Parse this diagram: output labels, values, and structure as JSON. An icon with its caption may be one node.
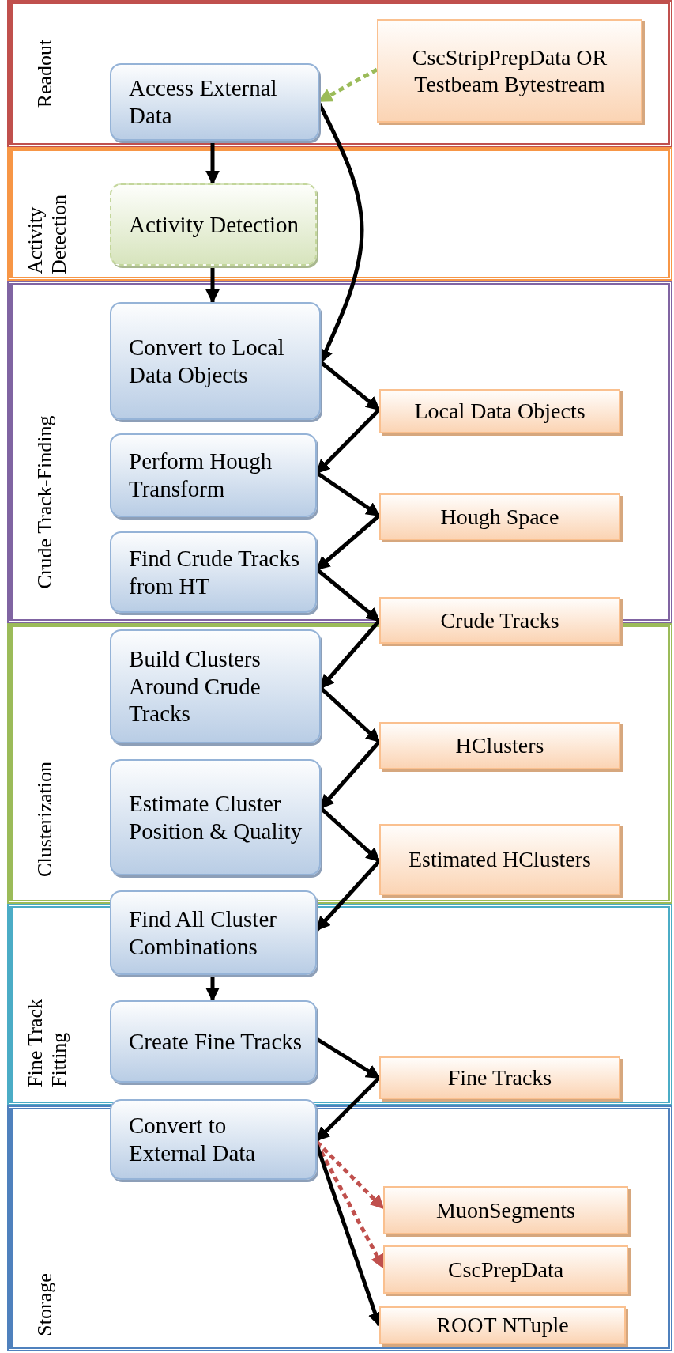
{
  "diagram": {
    "nodes": [
      {
        "text": [
          "Readout"
        ]
      },
      {
        "text": [
          "Access External Data"
        ],
        "in": 0
      },
      {
        "text": [
          "CscStripPrepData OR Testbeam Bytestream"
        ],
        "in": 0
      },
      {
        "text": [
          "Activity Detection"
        ]
      },
      {
        "text": [
          "Activity Detection"
        ],
        "in": 3
      },
      {
        "text": [
          "Crude Track-Finding"
        ]
      },
      {
        "text": [
          "Convert to Local Data Objects"
        ],
        "in": 5
      },
      {
        "text": [
          "Local Data Objects"
        ],
        "in": 5
      },
      {
        "text": [
          "Perform Hough Transform"
        ],
        "in": 5
      },
      {
        "text": [
          "Hough Space"
        ],
        "in": 5
      },
      {
        "text": [
          "Find Crude Tracks from HT"
        ],
        "in": 5
      },
      {
        "text": [
          "Crude Tracks"
        ]
      },
      {
        "text": [
          "Clusterization"
        ]
      },
      {
        "text": [
          "Build Clusters Around Crude Tracks"
        ],
        "in": 12
      },
      {
        "text": [
          "HClusters"
        ],
        "in": 12
      },
      {
        "text": [
          "Estimate Cluster Position & Quality"
        ],
        "in": 12
      },
      {
        "text": [
          "Estimated HClusters"
        ],
        "in": 12
      },
      {
        "text": [
          "Fine Track Fitting"
        ]
      },
      {
        "text": [
          "Find All Cluster Combinations"
        ]
      },
      {
        "text": [
          "Create Fine Tracks"
        ],
        "in": 17
      },
      {
        "text": [
          "Fine Tracks"
        ],
        "in": 17
      },
      {
        "text": [
          "Storage"
        ]
      },
      {
        "text": [
          "Convert to External Data"
        ]
      },
      {
        "text": [
          "MuonSegments"
        ],
        "in": 21
      },
      {
        "text": [
          "CscPrepData"
        ],
        "in": 21
      },
      {
        "text": [
          "ROOT NTuple"
        ],
        "in": 21
      }
    ],
    "edges": [
      {
        "from": 2,
        "to": 1,
        "arrow": "to",
        "style": "dashed",
        "color": "#9bbb59"
      },
      {
        "from": 1,
        "to": 4,
        "arrow": "to"
      },
      {
        "from": 4,
        "to": 6,
        "arrow": "to"
      },
      {
        "from": 1,
        "to": 6,
        "arrow": "to"
      },
      {
        "from": 6,
        "to": 7,
        "arrow": "to"
      },
      {
        "from": 7,
        "to": 8,
        "arrow": "to"
      },
      {
        "from": 8,
        "to": 9,
        "arrow": "to"
      },
      {
        "from": 9,
        "to": 10,
        "arrow": "to"
      },
      {
        "from": 10,
        "to": 11,
        "arrow": "to"
      },
      {
        "from": 11,
        "to": 13,
        "arrow": "to"
      },
      {
        "from": 13,
        "to": 14,
        "arrow": "to"
      },
      {
        "from": 14,
        "to": 15,
        "arrow": "to"
      },
      {
        "from": 15,
        "to": 16,
        "arrow": "to"
      },
      {
        "from": 16,
        "to": 18,
        "arrow": "to"
      },
      {
        "from": 18,
        "to": 19,
        "arrow": "to"
      },
      {
        "from": 19,
        "to": 20,
        "arrow": "to"
      },
      {
        "from": 20,
        "to": 22,
        "arrow": "to"
      },
      {
        "from": 22,
        "to": 23,
        "arrow": "to",
        "style": "dashed",
        "color": "#c0504d"
      },
      {
        "from": 22,
        "to": 24,
        "arrow": "to",
        "style": "dashed",
        "color": "#c0504d"
      },
      {
        "from": 22,
        "to": 25,
        "arrow": "to"
      }
    ]
  }
}
